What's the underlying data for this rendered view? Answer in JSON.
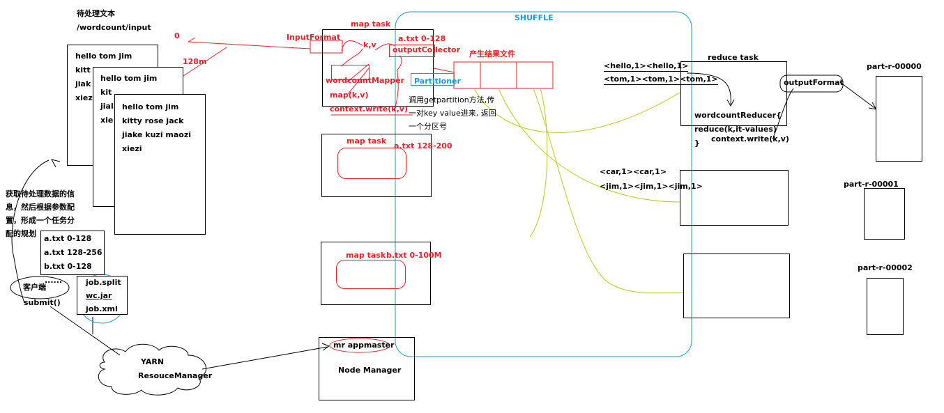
{
  "colors": {
    "red": "#e8202a",
    "blue": "#1a9bd7",
    "green": "#b5cc1e",
    "black": "#000000"
  },
  "top_text": {
    "title": "待处理文本",
    "path": "/wordcount/input"
  },
  "split_marks": {
    "zero": "0",
    "mb128": "128m"
  },
  "file_pages": {
    "page1": [
      "hello  tom   jim",
      "kitt",
      "jiak",
      "xiez"
    ],
    "page2": [
      "hello  tom   jim",
      "kit",
      "jial",
      "xie"
    ],
    "page3": [
      "hello  tom   jim",
      "kitty   rose  jack",
      "jiake  kuzi   maozi",
      "xiezi"
    ]
  },
  "client_note": [
    "获取待处理数据的信",
    "息，然后根据参数配",
    "置，形成一个任务分",
    "配的规划"
  ],
  "plan": {
    "rows": [
      "a.txt   0-128",
      "a.txt  128-256",
      "b.txt 0-128"
    ],
    "more": "......"
  },
  "client": {
    "label": "客户端",
    "submit": "submit()"
  },
  "job_files": [
    "job.split",
    "wc.jar",
    "job.xml"
  ],
  "yarn": {
    "line1": "YARN",
    "line2": "ResouceManager"
  },
  "map_task_1": {
    "title": "map task",
    "split": "a.txt 0-128",
    "input_format": "InputFormat",
    "kv": "k,v",
    "output_collector": "outputCollector",
    "mapper": "wordcountMapper",
    "map_call": "map(k,v)",
    "write_call": "context.write(k,v)"
  },
  "map_task_2": {
    "title": "map task",
    "split": "a.txt 128-200"
  },
  "map_task_3": {
    "title": "map task",
    "split": "b.txt 0-100M"
  },
  "result_file": {
    "label": "产生结果文件"
  },
  "partitioner": {
    "label": "Partitioner",
    "note": [
      "调用getpartition方法,传",
      "一对key value进来, 返回",
      "一个分区号"
    ]
  },
  "shuffle": {
    "label": "SHUFFLE"
  },
  "node_manager": {
    "appmaster": "mr appmaster",
    "label": "Node Manager"
  },
  "reduce_task": {
    "title": "reduce task",
    "group1": "<hello,1><hello,1>",
    "group2": "<tom,1><tom,1><tom,1>",
    "output_format": "outputFormat",
    "reducer": "wordcountReducer{",
    "reduce_call": "reduce(k,it-values)",
    "write_call": "context.write(k,v)",
    "close": "}"
  },
  "reduce_2": {
    "group1": "<car,1><car,1>",
    "group2": "<jim,1><jim,1><jim,1>"
  },
  "outputs": [
    "part-r-00000",
    "part-r-00001",
    "part-r-00002"
  ]
}
